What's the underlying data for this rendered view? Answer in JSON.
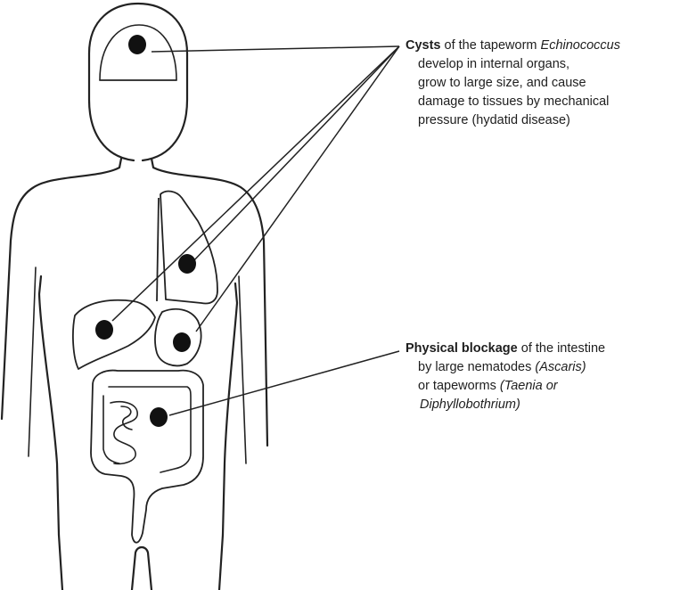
{
  "cysts_callout": {
    "bold": "Cysts",
    "line1_rest": " of the tapeworm ",
    "line1_italic": "Echinococcus",
    "line2": "develop in internal organs,",
    "line3": "grow to large size, and cause",
    "line4": "damage to tissues by mechanical",
    "line5": "pressure (hydatid disease)"
  },
  "blockage_callout": {
    "bold": "Physical blockage",
    "line1_rest": " of the intestine",
    "line2": "by large nematodes ",
    "line2_italic": "(Ascaris)",
    "line3": "or tapeworms ",
    "line3_italic": "(Taenia or",
    "line4_italic": "Diphyllobothrium)"
  }
}
